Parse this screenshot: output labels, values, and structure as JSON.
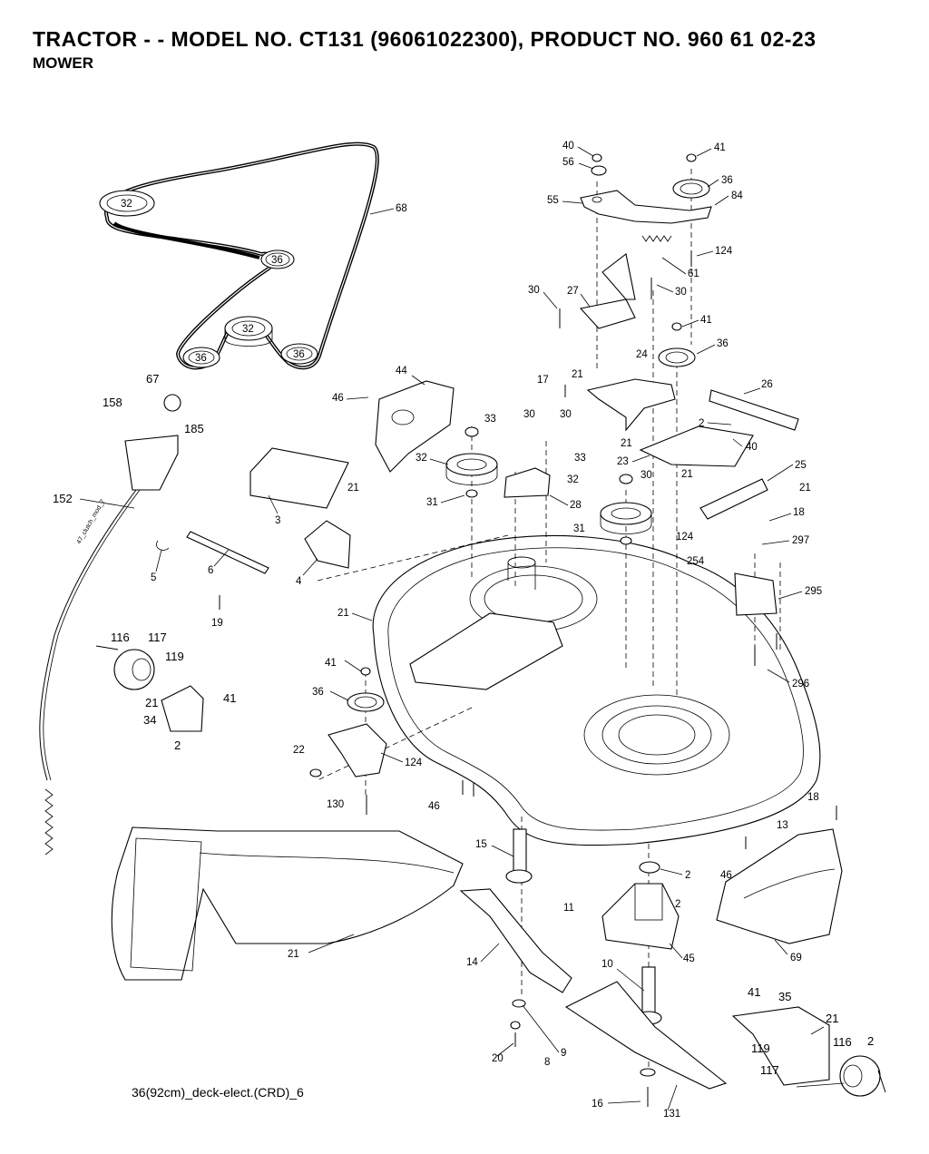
{
  "header": {
    "title": "TRACTOR - - MODEL NO. CT131 (96061022300), PRODUCT NO. 960 61 02-23",
    "subtitle": "MOWER"
  },
  "footer": {
    "drawing_id": "36(92cm)_deck-elect.(CRD)_6"
  },
  "belt_diagram": {
    "pulley_labels": [
      "32",
      "36",
      "32",
      "36",
      "36"
    ],
    "belt_label": "68"
  },
  "cable_tag": "47_clutch_mod_7",
  "callouts": [
    "40",
    "41",
    "56",
    "36",
    "84",
    "55",
    "124",
    "61",
    "30",
    "27",
    "30",
    "41",
    "36",
    "17",
    "21",
    "24",
    "26",
    "2",
    "21",
    "40",
    "23",
    "21",
    "25",
    "21",
    "18",
    "33",
    "30",
    "30",
    "32",
    "31",
    "28",
    "33",
    "30",
    "32",
    "124",
    "31",
    "297",
    "254",
    "295",
    "296",
    "44",
    "46",
    "67",
    "158",
    "185",
    "152",
    "3",
    "21",
    "5",
    "6",
    "4",
    "19",
    "1",
    "116",
    "117",
    "119",
    "21",
    "41",
    "34",
    "2",
    "41",
    "36",
    "21",
    "22",
    "124",
    "130",
    "46",
    "18",
    "13",
    "15",
    "2",
    "46",
    "2",
    "11",
    "14",
    "45",
    "69",
    "10",
    "9",
    "8",
    "20",
    "16",
    "131",
    "21",
    "41",
    "35",
    "21",
    "119",
    "116",
    "2",
    "117"
  ]
}
